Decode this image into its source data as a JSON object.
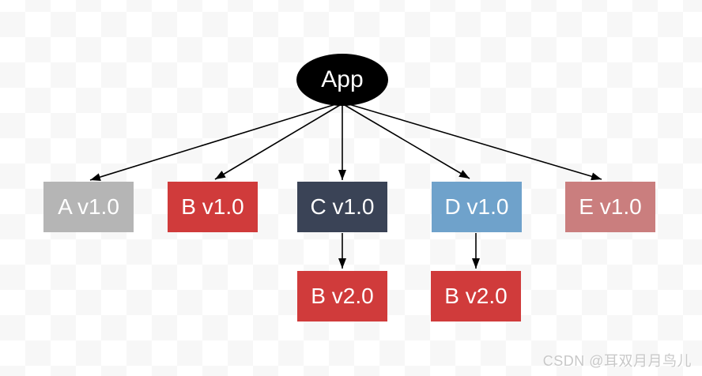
{
  "diagram": {
    "root": {
      "label": "App",
      "shape": "ellipse",
      "fill": "#000000",
      "text_color": "#ffffff"
    },
    "nodes": [
      {
        "label": "A v1.0",
        "fill": "#b5b5b5"
      },
      {
        "label": "B v1.0",
        "fill": "#d03b3b"
      },
      {
        "label": "C v1.0",
        "fill": "#3a4356"
      },
      {
        "label": "D v1.0",
        "fill": "#6fa2cb"
      },
      {
        "label": "E v1.0",
        "fill": "#ca7e7e"
      },
      {
        "label": "B v2.0",
        "fill": "#d03b3b"
      },
      {
        "label": "B v2.0",
        "fill": "#d03b3b"
      }
    ],
    "edges": [
      {
        "from": "App",
        "to": "A v1.0"
      },
      {
        "from": "App",
        "to": "B v1.0"
      },
      {
        "from": "App",
        "to": "C v1.0"
      },
      {
        "from": "App",
        "to": "D v1.0"
      },
      {
        "from": "App",
        "to": "E v1.0"
      },
      {
        "from": "C v1.0",
        "to": "B v2.0"
      },
      {
        "from": "D v1.0",
        "to": "B v2.0"
      }
    ],
    "edge_color": "#000000"
  },
  "watermark": {
    "text": "CSDN @耳双月月鸟儿",
    "color": "#c8c8c8"
  }
}
